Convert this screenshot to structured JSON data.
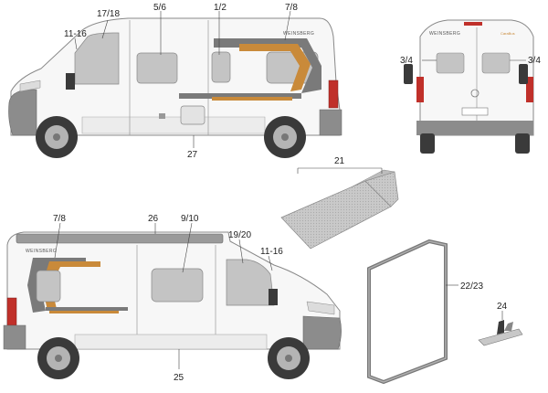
{
  "brand": {
    "name": "WEINSBERG",
    "model": "CaraBus"
  },
  "callouts": {
    "c1": "11-16",
    "c2": "17/18",
    "c3": "5/6",
    "c4": "1/2",
    "c5": "7/8",
    "c6": "27",
    "c7": "3/4",
    "c8": "3/4",
    "c9": "21",
    "c10": "7/8",
    "c11": "26",
    "c12": "9/10",
    "c13": "19/20",
    "c14": "11-16",
    "c15": "25",
    "c16": "22/23",
    "c17": "24"
  },
  "colors": {
    "body": "#f7f7f7",
    "outline": "#888888",
    "window": "#c4c4c4",
    "stripe_dark": "#7a7a7a",
    "stripe_orange": "#c98a3a",
    "taillight": "#c0302a",
    "bumper": "#8c8c8c",
    "tire": "#3a3a3a",
    "rim": "#b4b4b4"
  }
}
